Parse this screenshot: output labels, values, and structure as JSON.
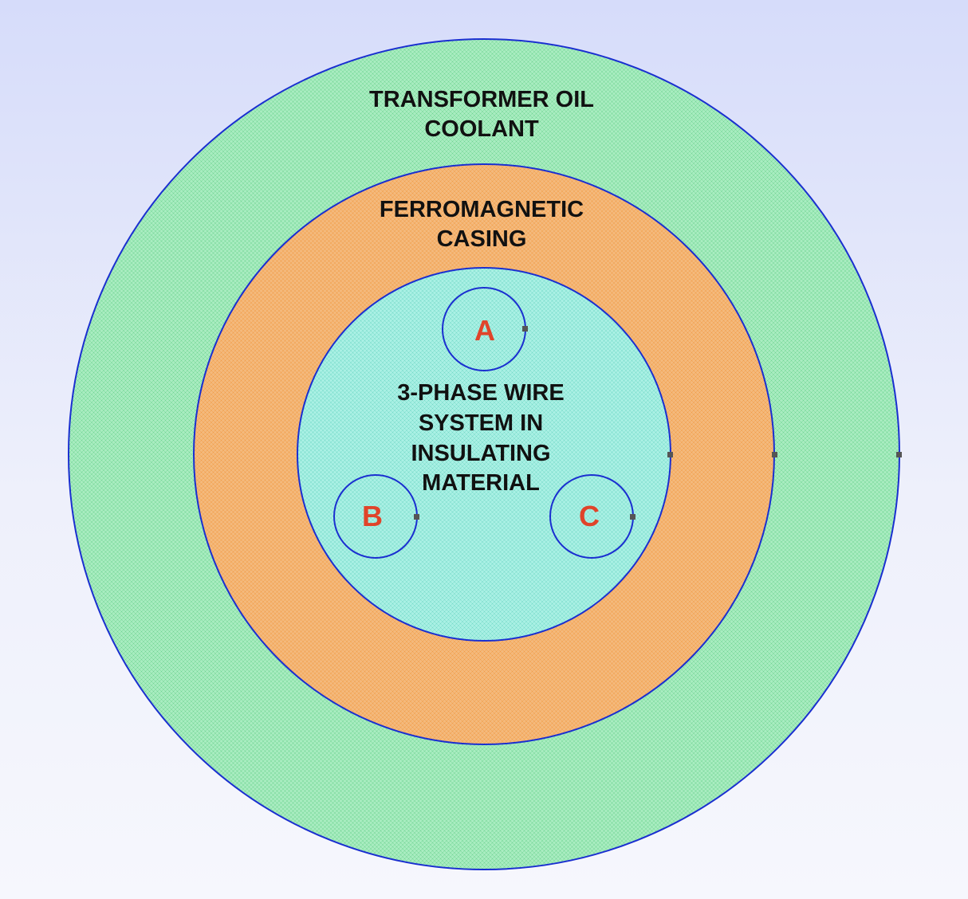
{
  "regions": {
    "coolant": {
      "line1": "TRANSFORMER OIL",
      "line2": "COOLANT",
      "color": "#a8ecc0"
    },
    "casing": {
      "line1": "FERROMAGNETIC",
      "line2": "CASING",
      "color": "#f4b97c"
    },
    "insulation": {
      "line1": "3-PHASE WIRE",
      "line2": "SYSTEM IN",
      "line3": "INSULATING",
      "line4": "MATERIAL",
      "color": "#a9f0e4"
    }
  },
  "phases": {
    "a": {
      "label": "A"
    },
    "b": {
      "label": "B"
    },
    "c": {
      "label": "C"
    },
    "label_color": "#e0442a"
  },
  "colors": {
    "boundary": "#1a2fd0",
    "node": "#555555"
  }
}
